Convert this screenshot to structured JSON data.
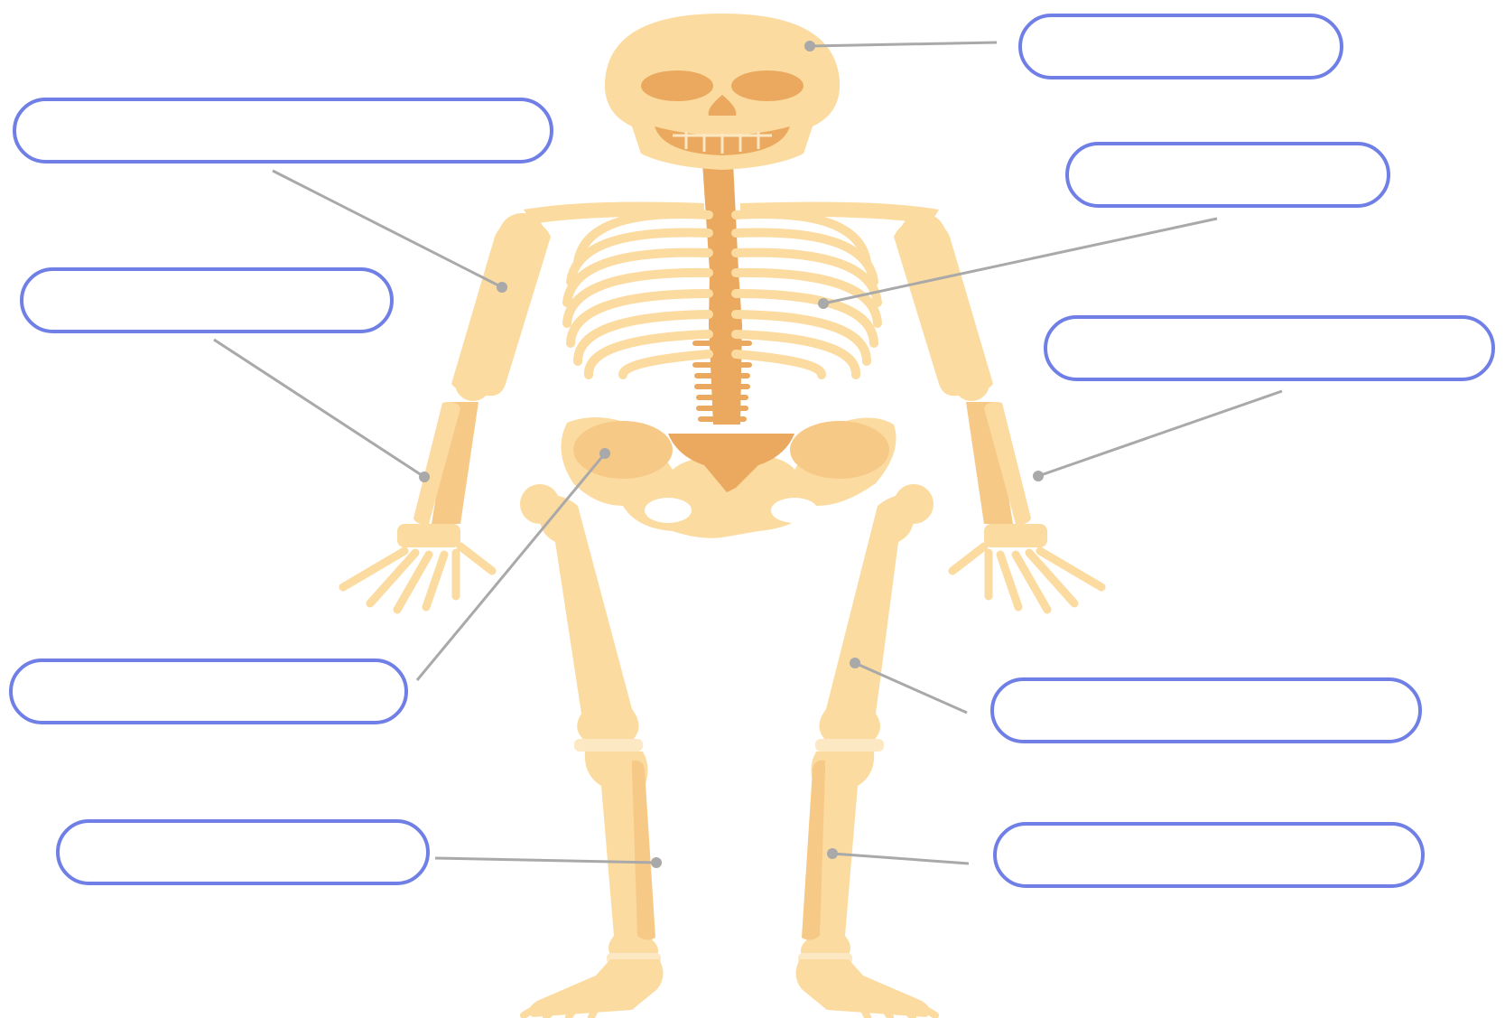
{
  "diagram": {
    "colors": {
      "bone_light": "#fbdba0",
      "bone_mid": "#f7c987",
      "bone_dark": "#eaa95e",
      "outline": "#fce8c2",
      "leader_line": "#a9a9a9",
      "label_border": "#6f7fe6"
    },
    "labels": [
      {
        "id": "skull",
        "text": ""
      },
      {
        "id": "humerus",
        "text": ""
      },
      {
        "id": "ribs",
        "text": ""
      },
      {
        "id": "ulna-radius-left",
        "text": ""
      },
      {
        "id": "ulna-radius-right",
        "text": ""
      },
      {
        "id": "pelvis",
        "text": ""
      },
      {
        "id": "femur",
        "text": ""
      },
      {
        "id": "tibia-fibula-left",
        "text": ""
      },
      {
        "id": "tibia-fibula-right",
        "text": ""
      }
    ]
  }
}
